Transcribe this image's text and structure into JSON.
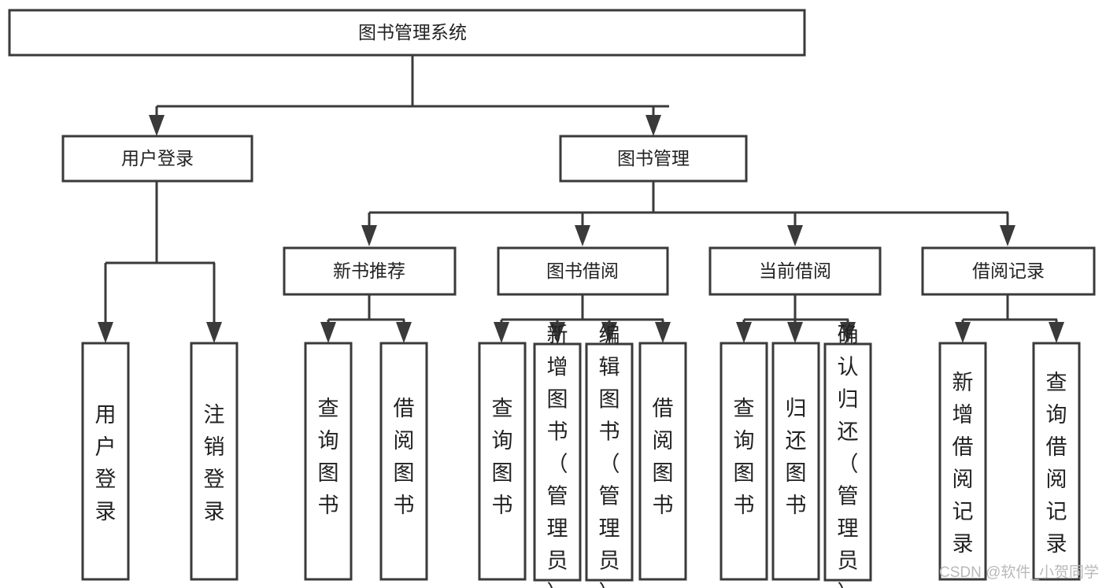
{
  "diagram": {
    "title_node": {
      "id": "root",
      "label": "图书管理系统",
      "orientation": "horizontal"
    },
    "level2": [
      {
        "id": "user-login",
        "label": "用户登录",
        "orientation": "horizontal"
      },
      {
        "id": "book-manage",
        "label": "图书管理",
        "orientation": "horizontal"
      }
    ],
    "level3": [
      {
        "id": "new-book-recommend",
        "label": "新书推荐",
        "orientation": "horizontal"
      },
      {
        "id": "book-borrow",
        "label": "图书借阅",
        "orientation": "horizontal"
      },
      {
        "id": "current-borrow",
        "label": "当前借阅",
        "orientation": "horizontal"
      },
      {
        "id": "borrow-record",
        "label": "借阅记录",
        "orientation": "horizontal"
      }
    ],
    "leaves": {
      "user_login": [
        {
          "id": "leaf-user-login",
          "label": "用户登录",
          "orientation": "vertical"
        },
        {
          "id": "leaf-logout-login",
          "label": "注销登录",
          "orientation": "vertical"
        }
      ],
      "new_book_recommend": [
        {
          "id": "leaf-query-book-1",
          "label": "查询图书",
          "orientation": "vertical"
        },
        {
          "id": "leaf-borrow-book-1",
          "label": "借阅图书",
          "orientation": "vertical"
        }
      ],
      "book_borrow": [
        {
          "id": "leaf-query-book-2",
          "label": "查询图书",
          "orientation": "vertical"
        },
        {
          "id": "leaf-add-book-admin",
          "label": "新增图书（管理员）",
          "orientation": "vertical"
        },
        {
          "id": "leaf-edit-book-admin",
          "label": "编辑图书（管理员）",
          "orientation": "vertical"
        },
        {
          "id": "leaf-borrow-book-2",
          "label": "借阅图书",
          "orientation": "vertical"
        }
      ],
      "current_borrow": [
        {
          "id": "leaf-query-book-3",
          "label": "查询图书",
          "orientation": "vertical"
        },
        {
          "id": "leaf-return-book",
          "label": "归还图书",
          "orientation": "vertical"
        },
        {
          "id": "leaf-confirm-return-admin",
          "label": "确认归还（管理员）",
          "orientation": "vertical"
        }
      ],
      "borrow_record": [
        {
          "id": "leaf-add-borrow-record",
          "label": "新增借阅记录",
          "orientation": "vertical"
        },
        {
          "id": "leaf-query-borrow-record",
          "label": "查询借阅记录",
          "orientation": "vertical"
        }
      ]
    },
    "colors": {
      "stroke": "#3a3a3a",
      "fill": "#ffffff",
      "text": "#222222",
      "watermark": "#b9b9b9"
    }
  },
  "watermark": {
    "text": "CSDN @软件_小贺同学"
  }
}
